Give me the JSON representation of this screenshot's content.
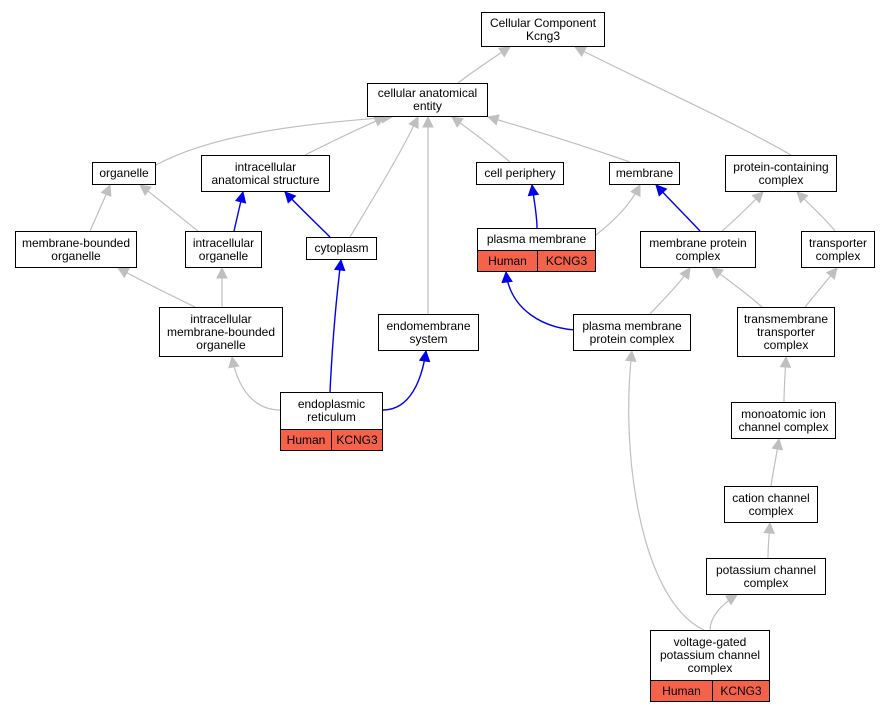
{
  "colors": {
    "grey_edge": "#bfbfbf",
    "blue_edge": "#0000ee",
    "annotation_fill": "#f4624a",
    "node_fill": "#ffffff"
  },
  "nodes": {
    "root": "Cellular Component\nKcng3",
    "cae": "cellular anatomical\nentity",
    "organelle": "organelle",
    "ias": "intracellular\nanatomical structure",
    "cellper": "cell periphery",
    "membrane": "membrane",
    "pcc": "protein-containing\ncomplex",
    "mbo": "membrane-bounded\norganelle",
    "intorg": "intracellular\norganelle",
    "cytoplasm": "cytoplasm",
    "pm": "plasma membrane",
    "mpc": "membrane protein\ncomplex",
    "transporter": "transporter\ncomplex",
    "imbo": "intracellular\nmembrane-bounded\norganelle",
    "endo": "endomembrane\nsystem",
    "pmpc": "plasma membrane\nprotein complex",
    "tmtc": "transmembrane\ntransporter\ncomplex",
    "er": "endoplasmic\nreticulum",
    "mic": "monoatomic ion\nchannel complex",
    "ccc": "cation channel\ncomplex",
    "kcc": "potassium channel\ncomplex",
    "vgkc": "voltage-gated\npotassium channel\ncomplex"
  },
  "annotations": {
    "species": "Human",
    "gene": "KCNG3"
  }
}
